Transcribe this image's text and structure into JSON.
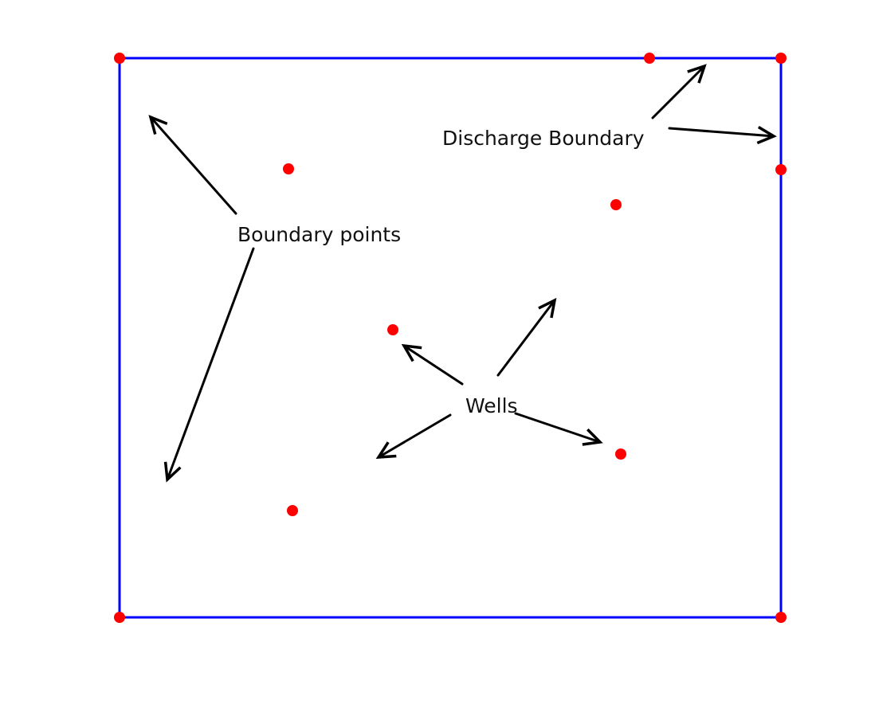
{
  "labels": {
    "boundary_points": "Boundary points",
    "discharge_boundary": "Discharge Boundary",
    "wells": "Wells"
  },
  "colors": {
    "boundary": "#0000ff",
    "points": "#ff0000",
    "arrows": "#000000",
    "text": "#111111",
    "background": "#ffffff"
  }
}
